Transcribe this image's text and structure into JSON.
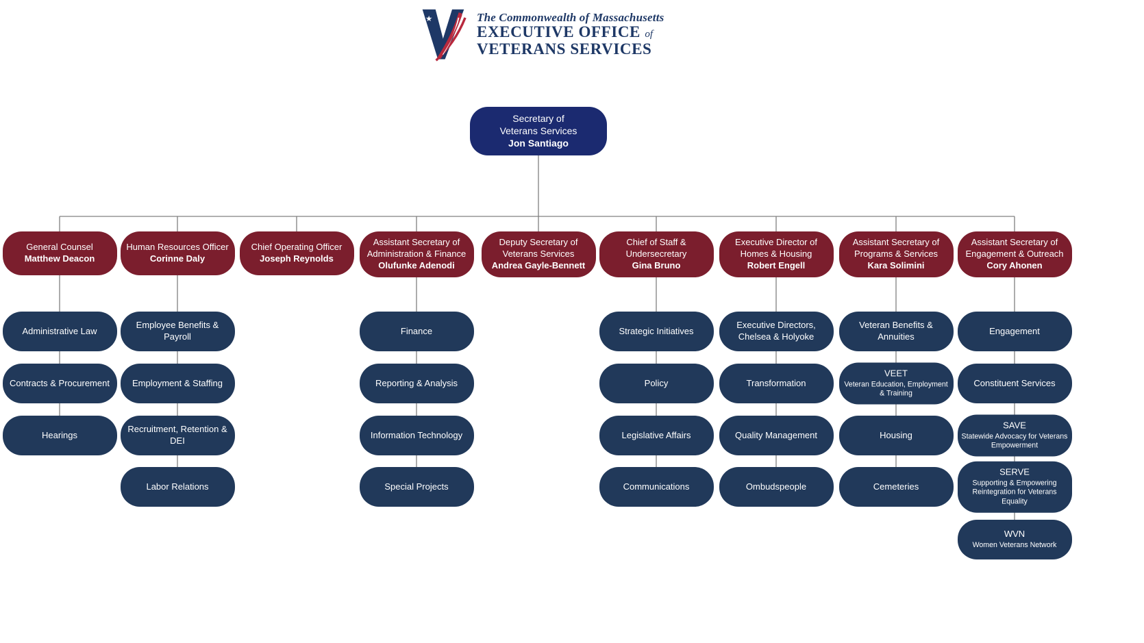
{
  "logo": {
    "commonwealth": "The Commonwealth of Massachusetts",
    "office": "EXECUTIVE OFFICE",
    "of_word": "of",
    "services": "VETERANS SERVICES",
    "icon": "v-flag-icon"
  },
  "root": {
    "title_line1": "Secretary of",
    "title_line2": "Veterans Services",
    "name": "Jon Santiago"
  },
  "columns": [
    {
      "parent": {
        "title": "General Counsel",
        "name": "Matthew Deacon"
      },
      "children": [
        {
          "label": "Administrative Law"
        },
        {
          "label": "Contracts & Procurement"
        },
        {
          "label": "Hearings"
        }
      ]
    },
    {
      "parent": {
        "title": "Human Resources Officer",
        "name": "Corinne Daly"
      },
      "children": [
        {
          "label": "Employee Benefits & Payroll"
        },
        {
          "label": "Employment & Staffing"
        },
        {
          "label": "Recruitment, Retention & DEI"
        },
        {
          "label": "Labor Relations"
        }
      ]
    },
    {
      "parent": {
        "title": "Chief Operating Officer",
        "name": "Joseph Reynolds"
      },
      "children": []
    },
    {
      "parent": {
        "title": "Assistant Secretary of Administration & Finance",
        "name": "Olufunke Adenodi"
      },
      "children": [
        {
          "label": "Finance"
        },
        {
          "label": "Reporting & Analysis"
        },
        {
          "label": "Information Technology"
        },
        {
          "label": "Special Projects"
        }
      ]
    },
    {
      "parent": {
        "title": "Deputy Secretary of Veterans Services",
        "name": "Andrea Gayle-Bennett"
      },
      "children": []
    },
    {
      "parent": {
        "title": "Chief of Staff & Undersecretary",
        "name": "Gina Bruno"
      },
      "children": [
        {
          "label": "Strategic Initiatives"
        },
        {
          "label": "Policy"
        },
        {
          "label": "Legislative Affairs"
        },
        {
          "label": "Communications"
        }
      ]
    },
    {
      "parent": {
        "title": "Executive Director of Homes & Housing",
        "name": "Robert Engell"
      },
      "children": [
        {
          "label": "Executive Directors, Chelsea & Holyoke"
        },
        {
          "label": "Transformation"
        },
        {
          "label": "Quality Management"
        },
        {
          "label": "Ombudspeople"
        }
      ]
    },
    {
      "parent": {
        "title": "Assistant Secretary of Programs & Services",
        "name": "Kara Solimini"
      },
      "children": [
        {
          "label": "Veteran Benefits & Annuities"
        },
        {
          "label": "VEET",
          "subtitle": "Veteran Education, Employment & Training"
        },
        {
          "label": "Housing"
        },
        {
          "label": "Cemeteries"
        }
      ]
    },
    {
      "parent": {
        "title": "Assistant Secretary of Engagement & Outreach",
        "name": "Cory Ahonen"
      },
      "children": [
        {
          "label": "Engagement"
        },
        {
          "label": "Constituent Services"
        },
        {
          "label": "SAVE",
          "subtitle": "Statewide Advocacy for Veterans Empowerment"
        },
        {
          "label": "SERVE",
          "subtitle": "Supporting & Empowering Reintegration for Veterans Equality"
        },
        {
          "label": "WVN",
          "subtitle": "Women Veterans Network"
        }
      ]
    }
  ],
  "colors": {
    "root_bg": "#1b2a70",
    "parent_bg": "#7b1e2d",
    "child_bg": "#21395a",
    "connector": "#808080",
    "logo_navy": "#1e3866",
    "logo_red": "#b8293d",
    "text": "#ffffff"
  }
}
